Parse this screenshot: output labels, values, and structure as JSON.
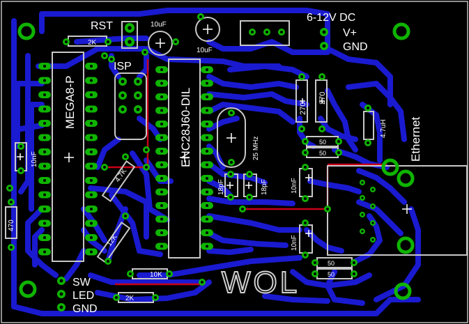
{
  "labels": {
    "rst": "RST",
    "isp": "ISP",
    "mega8": "MEGA8-P",
    "enc": "ENC28J60-DIL",
    "cap_10uf": "10uF",
    "power": "6-12V DC",
    "vplus": "V+",
    "gnd": "GND",
    "ethernet": "Ethernet",
    "inductor": "4.7uH",
    "crystal": "25 MHz",
    "cap_18pf": "18pF",
    "cap_10nf": "10nF",
    "r_2k": "2K",
    "r_270": "270",
    "r_50": "50",
    "r_10k": "10K",
    "r_470": "470",
    "r_47k": "4.7K",
    "r_12k": "12K",
    "sw": "SW",
    "led": "LED",
    "wol": "WOL"
  },
  "colors": {
    "board": "#000000",
    "copper_bottom": "#1a1ad0",
    "copper_top": "#c80018",
    "pad": "#0fb400",
    "silkscreen": "#c8c8c8"
  }
}
